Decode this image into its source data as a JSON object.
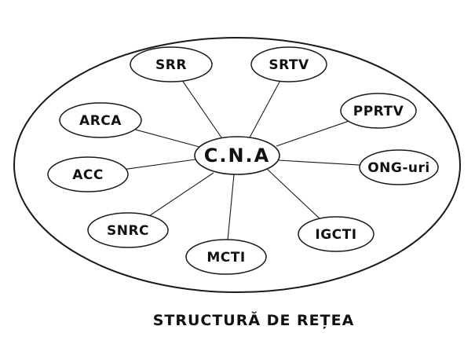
{
  "diagram": {
    "center": {
      "id": "cna",
      "label": "C.N.A"
    },
    "nodes": [
      {
        "id": "srr",
        "label": "SRR"
      },
      {
        "id": "srtv",
        "label": "SRTV"
      },
      {
        "id": "pprtv",
        "label": "PPRTV"
      },
      {
        "id": "ong",
        "label": "ONG-uri"
      },
      {
        "id": "igcti",
        "label": "IGCTI"
      },
      {
        "id": "mcti",
        "label": "MCTI"
      },
      {
        "id": "snrc",
        "label": "SNRC"
      },
      {
        "id": "acc",
        "label": "ACC"
      },
      {
        "id": "arca",
        "label": "ARCA"
      }
    ],
    "caption": "STRUCTURĂ DE REȚEA",
    "colors": {
      "stroke": "#1a1a1a",
      "fill": "#ffffff",
      "text": "#111111"
    }
  }
}
